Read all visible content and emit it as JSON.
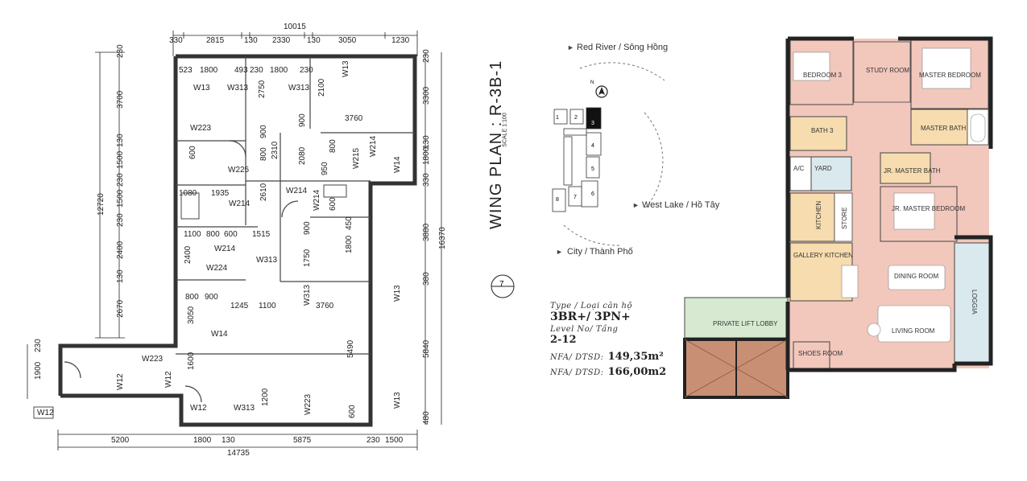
{
  "technical_plan": {
    "dims_top": [
      "10015",
      "330",
      "2815",
      "130",
      "2330",
      "130",
      "3050",
      "1230"
    ],
    "dims_row2": [
      "523",
      "1800",
      "493",
      "230",
      "1800",
      "230"
    ],
    "dims_left": [
      "230",
      "3700",
      "130",
      "1500",
      "230",
      "1500",
      "230",
      "2400",
      "130",
      "2670",
      "12720"
    ],
    "dims_left_low": [
      "230",
      "1900"
    ],
    "dims_right": [
      "230",
      "3300",
      "130",
      "1800",
      "330",
      "3880",
      "380",
      "5840",
      "480",
      "16370"
    ],
    "dims_bottom": [
      "5200",
      "1800",
      "130",
      "5875",
      "230",
      "1500",
      "14735"
    ],
    "inner_dims": [
      "2750",
      "2100",
      "3760",
      "900",
      "900",
      "800",
      "2080",
      "950",
      "800",
      "600",
      "2310",
      "2610",
      "1080",
      "1935",
      "600",
      "1100",
      "800",
      "600",
      "1515",
      "900",
      "450",
      "2400",
      "1750",
      "1800",
      "800",
      "900",
      "1245",
      "1100",
      "3760",
      "3050",
      "5490",
      "1600",
      "1200",
      "600"
    ],
    "labels": [
      "W13",
      "W313",
      "W13",
      "W313",
      "W223",
      "W225",
      "W214",
      "W215",
      "W14",
      "W214",
      "W214",
      "W214",
      "W224",
      "W313",
      "W313",
      "W214",
      "W13",
      "W14",
      "W223",
      "W12",
      "W12",
      "W12",
      "W313",
      "W223",
      "W13",
      "W12"
    ]
  },
  "title": {
    "text": "WING PLAN : R-3B-1",
    "scale": "SCALE 1:100",
    "marker": "7"
  },
  "keyplan": {
    "compass": "N",
    "north_label": "Red River / Sông Hồng",
    "east_label": "West Lake / Hồ Tây",
    "south_label": "City / Thành Phố",
    "blocks": [
      "1",
      "2",
      "3",
      "4",
      "5",
      "6",
      "7",
      "8"
    ]
  },
  "info": {
    "type_label": "Type / Loại căn hộ",
    "type_value": "3BR+/ 3PN+",
    "level_label": "Level No/ Tầng",
    "level_value": "2-12",
    "nfa_label": "NFA/ DTSD:",
    "nfa_value": "149,35m²",
    "gfa_label": "NFA/ DTSD:",
    "gfa_value": "166,00m2"
  },
  "colored_plan": {
    "rooms": {
      "bedroom3": "BEDROOM 3",
      "study": "STUDY ROOM",
      "master_bedroom": "MASTER BEDROOM",
      "bath3": "BATH 3",
      "master_bath": "MASTER BATH",
      "ac": "A/C",
      "yard": "YARD",
      "jr_master_bath": "JR. MASTER BATH",
      "kitchen": "KITCHEN",
      "store": "STORE",
      "jr_master_bedroom": "JR. MASTER BEDROOM",
      "gallery_kitchen": "GALLERY KITCHEN",
      "dining": "DINING ROOM",
      "loggia": "LOGGIA",
      "private_lift": "PRIVATE LIFT LOBBY",
      "living": "LIVING ROOM",
      "shoes": "SHOES ROOM"
    },
    "colors": {
      "pink": "#f2c7bc",
      "yellow": "#f6dcae",
      "blue": "#d9e9ee",
      "green": "#d7ead1",
      "wall": "#222222",
      "lift": "#c98f74"
    }
  }
}
